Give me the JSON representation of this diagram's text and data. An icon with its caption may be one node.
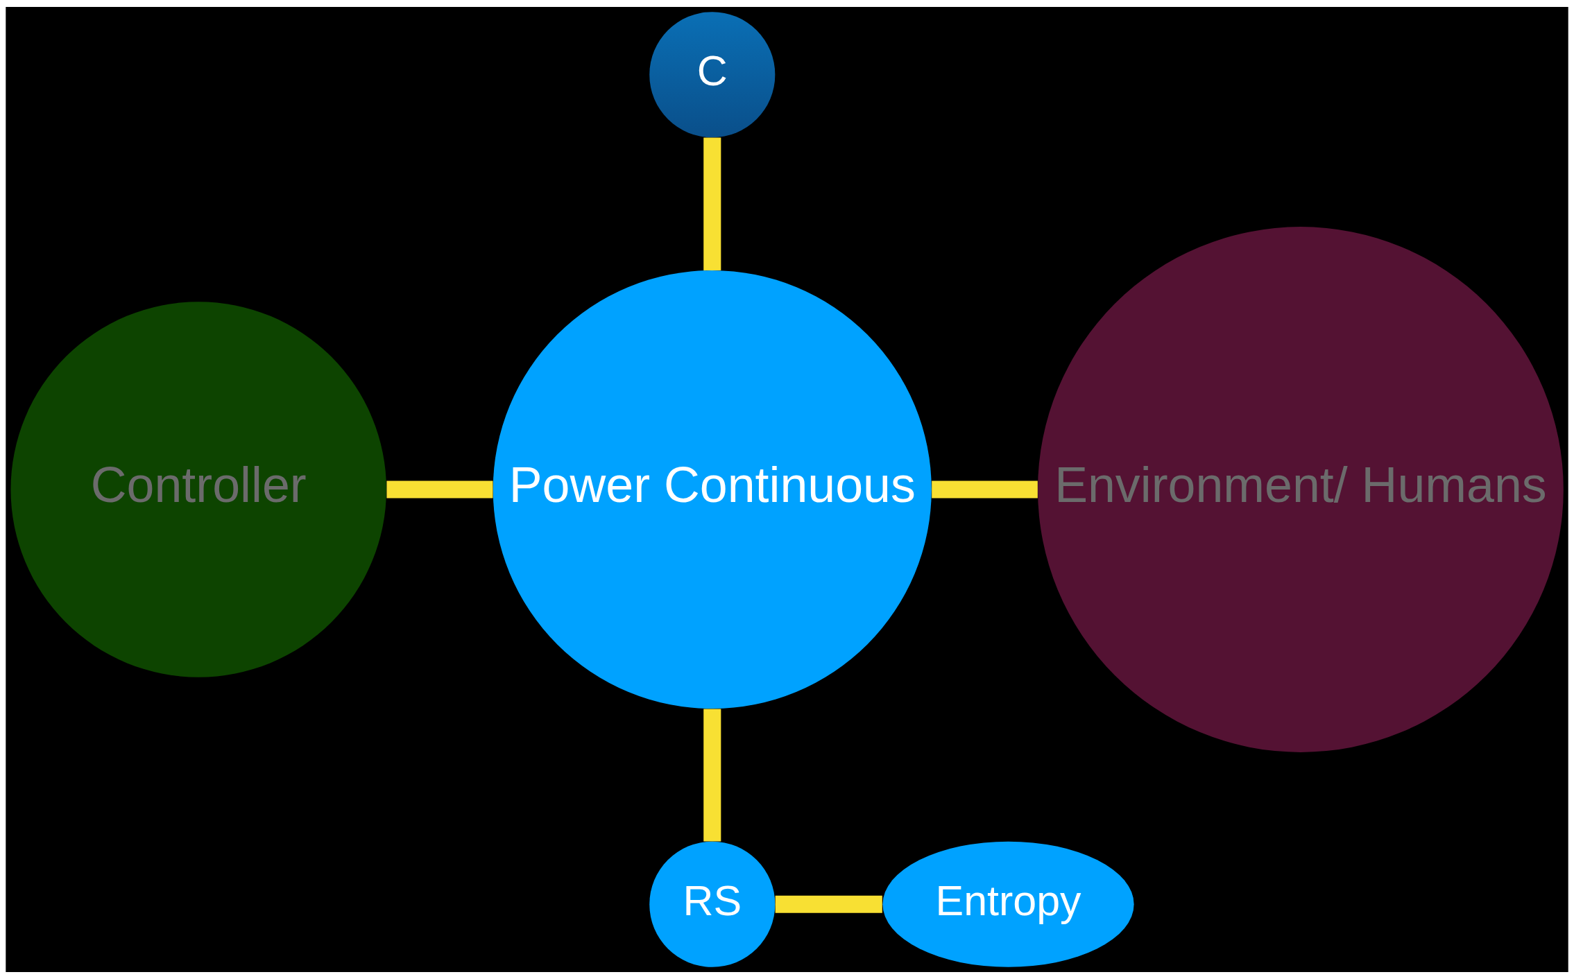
{
  "diagram": {
    "nodes": [
      {
        "text": [
          "C"
        ]
      },
      {
        "text": [
          "Controller"
        ]
      },
      {
        "text": [
          "Power Continuous"
        ]
      },
      {
        "text": [
          "Environment/ Humans"
        ]
      },
      {
        "text": [
          "RS"
        ]
      },
      {
        "text": [
          "Entropy"
        ]
      }
    ],
    "edges": [
      {
        "from": 0,
        "to": 2,
        "arrow": "none"
      },
      {
        "from": 1,
        "to": 2,
        "arrow": "none"
      },
      {
        "from": 2,
        "to": 3,
        "arrow": "none"
      },
      {
        "from": 2,
        "to": 4,
        "arrow": "none"
      },
      {
        "from": 4,
        "to": 5,
        "arrow": "none"
      }
    ]
  }
}
